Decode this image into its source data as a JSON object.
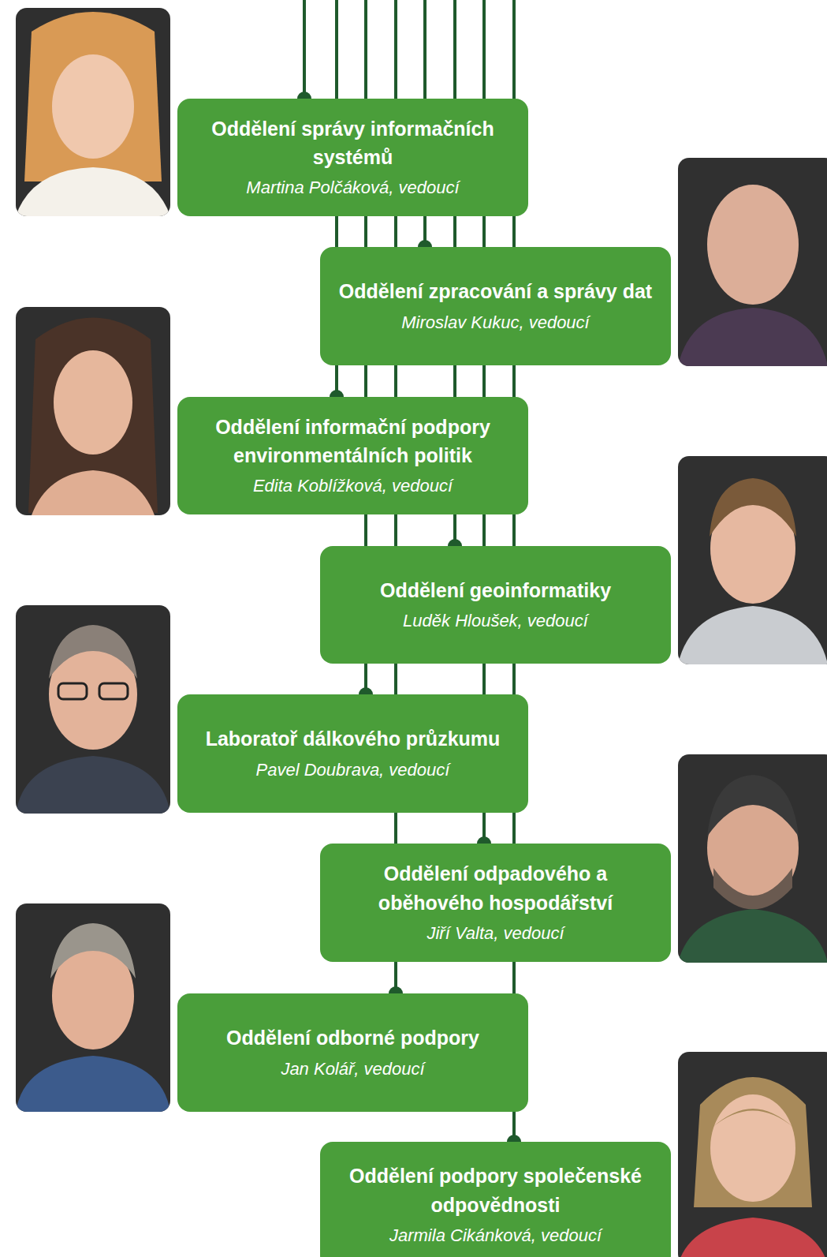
{
  "diagram": {
    "nodes": [
      {
        "text": [
          "Oddělení správy informačních systémů",
          "Martina Polčáková, vedoucí"
        ]
      },
      {
        "text": [
          "Oddělení zpracování a správy dat",
          "Miroslav Kukuc, vedoucí"
        ]
      },
      {
        "text": [
          "Oddělení informační podpory environmentálních politik",
          "Edita Koblížková, vedoucí"
        ]
      },
      {
        "text": [
          "Oddělení geoinformatiky",
          "Luděk Hloušek, vedoucí"
        ]
      },
      {
        "text": [
          "Laboratoř dálkového průzkumu",
          "Pavel Doubrava, vedoucí"
        ]
      },
      {
        "text": [
          "Oddělení odpadového a oběhového hospodářství",
          "Jiří Valta, vedoucí"
        ]
      },
      {
        "text": [
          "Oddělení odborné podpory",
          "Jan Kolář, vedoucí"
        ]
      },
      {
        "text": [
          "Oddělení podpory společenské odpovědnosti",
          "Jarmila Cikánková, vedoucí"
        ]
      }
    ]
  }
}
